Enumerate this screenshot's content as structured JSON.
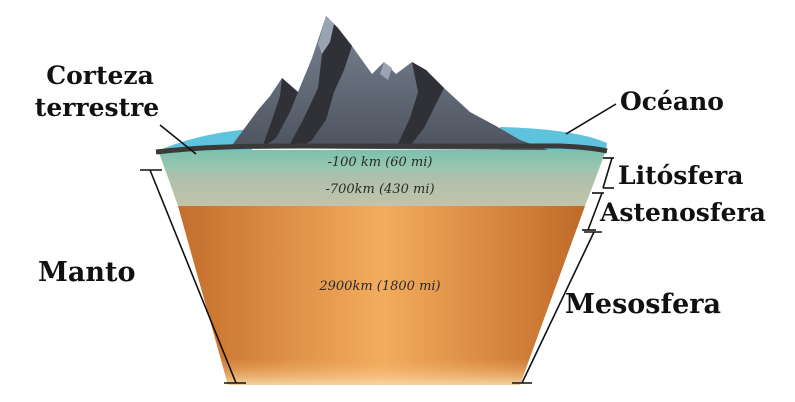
{
  "labels": {
    "crust_line1": "Corteza",
    "crust_line2": "terrestre",
    "ocean": "Océano",
    "lithosphere": "Litósfera",
    "asthenosphere": "Astenosfera",
    "mantle": "Manto",
    "mesosphere": "Mesosfera"
  },
  "depths": {
    "lithosphere": "-100 km (60 mi)",
    "asthenosphere": "-700km (430 mi)",
    "mesosphere": "2900km (1800 mi)"
  },
  "colors": {
    "ocean": "#5ec3dc",
    "crust": "#3a3a3a",
    "lithosphere": "#8fc2ad",
    "asthenosphere": "#b8bca7",
    "mesosphere_center": "#f2a95a",
    "mesosphere_edge": "#c06a28",
    "mountain": "#6b7280",
    "mountain_dark": "#2f3137"
  }
}
